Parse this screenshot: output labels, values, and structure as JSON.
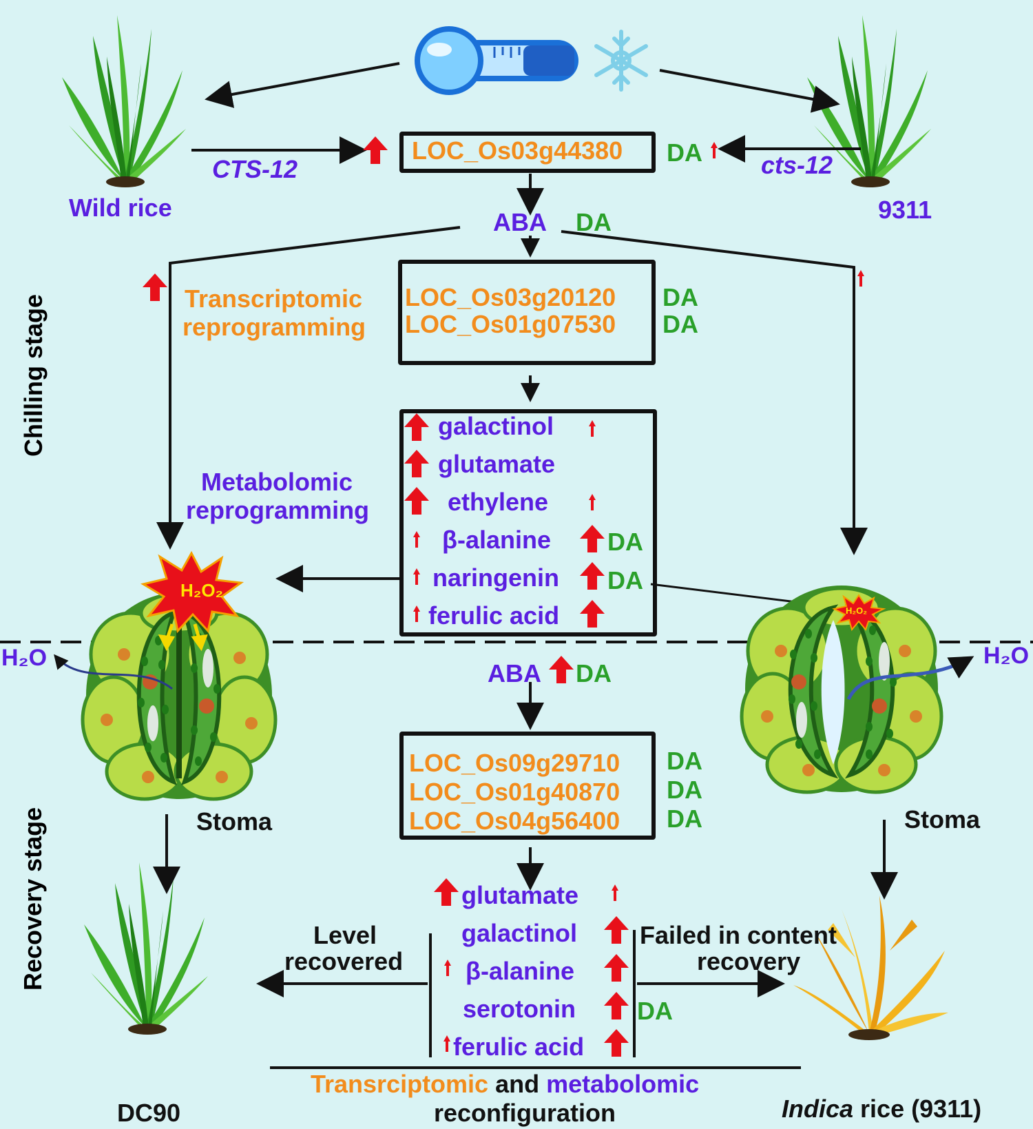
{
  "colors": {
    "background": "#d9f3f4",
    "purple": "#5a1fe0",
    "orange": "#f28c1c",
    "green": "#2aa02a",
    "red_arrow": "#e8101a",
    "plant_green": "#3fae2a",
    "plant_dead": "#f0a81a",
    "stoma_outer": "#b8dc48",
    "stoma_inner": "#2d8a2d"
  },
  "stage_labels": {
    "chilling": "Chilling stage",
    "recovery": "Recovery stage"
  },
  "plants": {
    "wild_rice": "Wild rice",
    "cultivar": "9311",
    "dc90": "DC90",
    "indica_prefix": "Indica",
    "indica_suffix": " rice (9311)"
  },
  "alleles": {
    "wild": "CTS-12",
    "cultivar": "cts-12"
  },
  "gene_top": "LOC_Os03g44380",
  "da": "DA",
  "aba": "ABA",
  "transcriptomic_label": [
    "Transcriptomic",
    "reprogramming"
  ],
  "chilling_genes": [
    "LOC_Os03g20120",
    "LOC_Os01g07530"
  ],
  "metabolomic_label": [
    "Metabolomic",
    "reprogramming"
  ],
  "chilling_metabolites": [
    "galactinol",
    "glutamate",
    "ethylene",
    "β-alanine",
    "naringenin",
    "ferulic acid"
  ],
  "h2o2": "H₂O₂",
  "h2o": "H₂O",
  "stoma": "Stoma",
  "recovery_genes": [
    "LOC_Os09g29710",
    "LOC_Os01g40870",
    "LOC_Os04g56400"
  ],
  "recovery_metabolites": [
    "glutamate",
    "galactinol",
    "β-alanine",
    "serotonin",
    "ferulic acid"
  ],
  "level_recovered": [
    "Level",
    "recovered"
  ],
  "failed_recovery": [
    "Failed in content",
    "recovery"
  ],
  "footer": {
    "part1": "Transrciptomic",
    "part2": " and ",
    "part3": "metabolomic",
    "line2": "reconfiguration"
  }
}
